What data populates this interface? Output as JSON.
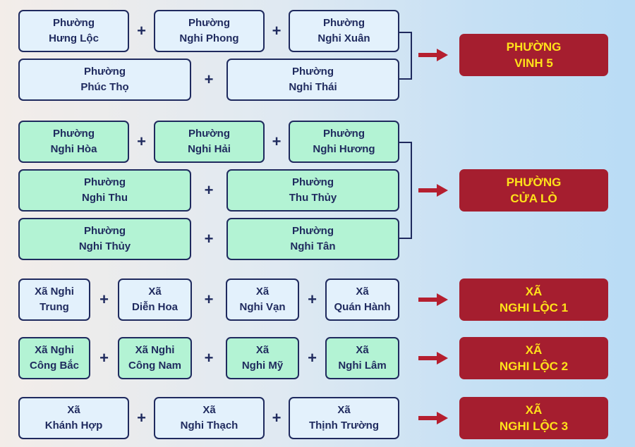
{
  "groups": [
    {
      "rows": [
        [
          {
            "l1": "Phường",
            "l2": "Hưng Lộc"
          },
          {
            "l1": "Phường",
            "l2": "Nghi Phong"
          },
          {
            "l1": "Phường",
            "l2": "Nghi Xuân"
          }
        ],
        [
          {
            "l1": "Phường",
            "l2": "Phúc Thọ"
          },
          {
            "l1": "Phường",
            "l2": "Nghi Thái"
          }
        ]
      ],
      "result": {
        "l1": "PHƯỜNG",
        "l2": "VINH 5"
      }
    },
    {
      "rows": [
        [
          {
            "l1": "Phường",
            "l2": "Nghi Hòa"
          },
          {
            "l1": "Phường",
            "l2": "Nghi Hải"
          },
          {
            "l1": "Phường",
            "l2": "Nghi Hương"
          }
        ],
        [
          {
            "l1": "Phường",
            "l2": "Nghi Thu"
          },
          {
            "l1": "Phường",
            "l2": "Thu Thủy"
          }
        ],
        [
          {
            "l1": "Phường",
            "l2": "Nghi Thủy"
          },
          {
            "l1": "Phường",
            "l2": "Nghi Tân"
          }
        ]
      ],
      "result": {
        "l1": "PHƯỜNG",
        "l2": "CỬA LÒ"
      }
    },
    {
      "rows": [
        [
          {
            "l1": "Xã Nghi",
            "l2": "Trung"
          },
          {
            "l1": "Xã",
            "l2": "Diễn Hoa"
          },
          {
            "l1": "Xã",
            "l2": "Nghi Vạn"
          },
          {
            "l1": "Xã",
            "l2": "Quán Hành"
          }
        ]
      ],
      "result": {
        "l1": "XÃ",
        "l2": "NGHI LỘC 1"
      }
    },
    {
      "rows": [
        [
          {
            "l1": "Xã Nghi",
            "l2": "Công Bắc"
          },
          {
            "l1": "Xã Nghi",
            "l2": "Công Nam"
          },
          {
            "l1": "Xã",
            "l2": "Nghi Mỹ"
          },
          {
            "l1": "Xã",
            "l2": "Nghi Lâm"
          }
        ]
      ],
      "result": {
        "l1": "XÃ",
        "l2": "NGHI LỘC 2"
      }
    },
    {
      "rows": [
        [
          {
            "l1": "Xã",
            "l2": "Khánh Hợp"
          },
          {
            "l1": "Xã",
            "l2": "Nghi Thạch"
          },
          {
            "l1": "Xã",
            "l2": "Thịnh Trường"
          }
        ]
      ],
      "result": {
        "l1": "XÃ",
        "l2": "NGHI LỘC 3"
      }
    }
  ],
  "plus_symbol": "+",
  "colors": {
    "border": "#1f2a5e",
    "blue_fill": "#e3f1fc",
    "green_fill": "#b3f3d4",
    "result_fill": "#a51e2f",
    "result_text": "#ffe21a",
    "arrow": "#b51f2f"
  }
}
